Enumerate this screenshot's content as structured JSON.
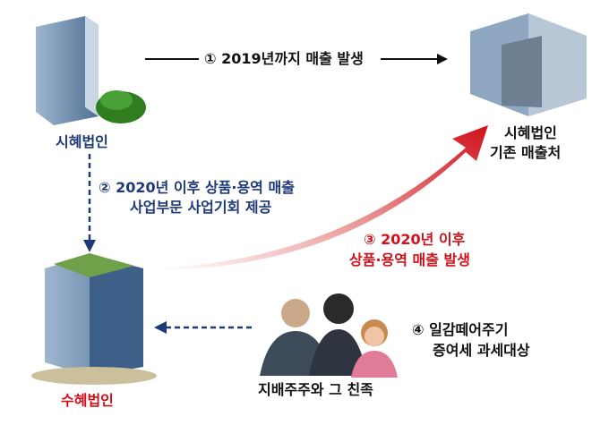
{
  "entities": {
    "donor": "시혜법인",
    "donor_customers_line1": "시혜법인",
    "donor_customers_line2": "기존 매출처",
    "beneficiary": "수혜법인",
    "shareholders": "지배주주와  그 친족"
  },
  "steps": {
    "step1": "① 2019년까지 매출 발생",
    "step2_line1": "② 2020년 이후 상품·용역 매출",
    "step2_line2": "사업부문 사업기회 제공",
    "step3_line1": "③ 2020년 이후",
    "step3_line2": "상품·용역 매출 발생",
    "step4_line1": "④ 일감떼어주기",
    "step4_line2": "증여세 과세대상"
  },
  "colors": {
    "navy": "#1f3a78",
    "red": "#d0101a",
    "black": "#111111"
  }
}
